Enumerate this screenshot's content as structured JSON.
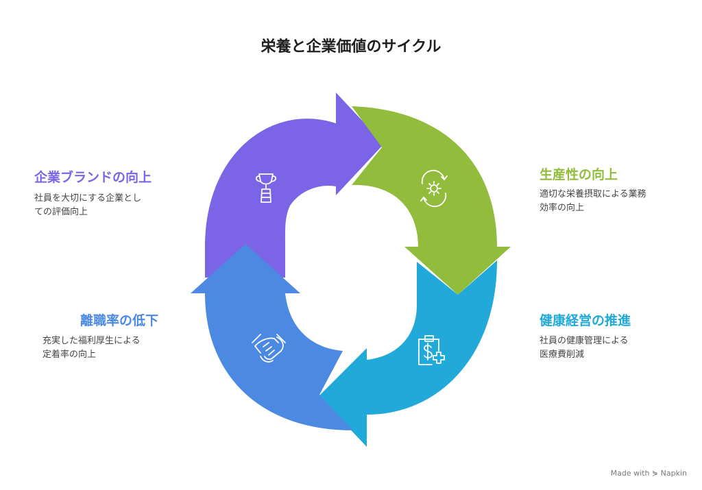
{
  "title": "栄養と企業価値のサイクル",
  "colors": {
    "purple": "#7b65e6",
    "green": "#92bc3b",
    "cyan": "#21a9d9",
    "blue": "#4c89e3"
  },
  "stages": [
    {
      "title": "企業ブランドの向上",
      "description_line1": "社員を大切にする企業とし",
      "description_line2": "ての評価向上",
      "icon": "trophy-icon"
    },
    {
      "title": "生産性の向上",
      "description_line1": "適切な栄養摂取による業務",
      "description_line2": "効率の向上",
      "icon": "gear-cycle-icon"
    },
    {
      "title": "健康経営の推進",
      "description_line1": "社員の健康管理による",
      "description_line2": "医療費削減",
      "icon": "medical-cost-icon"
    },
    {
      "title": "離職率の低下",
      "description_line1": "充実した福利厚生による",
      "description_line2": "定着率の向上",
      "icon": "handshake-icon"
    }
  ],
  "watermark": "Made with ⋟ Napkin"
}
